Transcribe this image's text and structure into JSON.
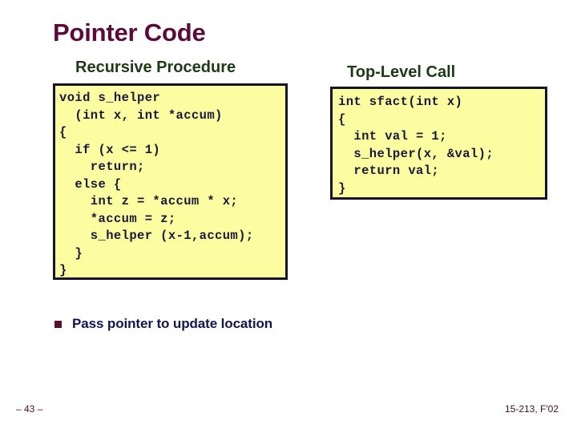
{
  "slide": {
    "title": "Pointer Code",
    "title_color": "#5C0A3A",
    "background_color": "#ffffff"
  },
  "sections": {
    "recursive": {
      "heading": "Recursive Procedure",
      "heading_color": "#1C3A14",
      "code": "void s_helper\n  (int x, int *accum)\n{\n  if (x <= 1)\n    return;\n  else {\n    int z = *accum * x;\n    *accum = z;\n    s_helper (x-1,accum);\n  }\n}",
      "code_box_fill": "#FCFCA0",
      "code_box_border": "#14142A",
      "code_color": "#181838"
    },
    "toplevel": {
      "heading": "Top-Level Call",
      "heading_color": "#1C3A14",
      "code": "int sfact(int x)\n{\n  int val = 1;\n  s_helper(x, &val);\n  return val;\n}",
      "code_box_fill": "#FCFCA0",
      "code_box_border": "#14142A",
      "code_color": "#181838"
    }
  },
  "bullets": [
    {
      "marker": "square-bullet",
      "marker_color": "#58102E",
      "label": "Pass pointer to update location",
      "label_color": "#141450"
    }
  ],
  "footer": {
    "page_label": "– 43 –",
    "course_label": "15-213, F'02",
    "text_color": "#3A0E26"
  }
}
